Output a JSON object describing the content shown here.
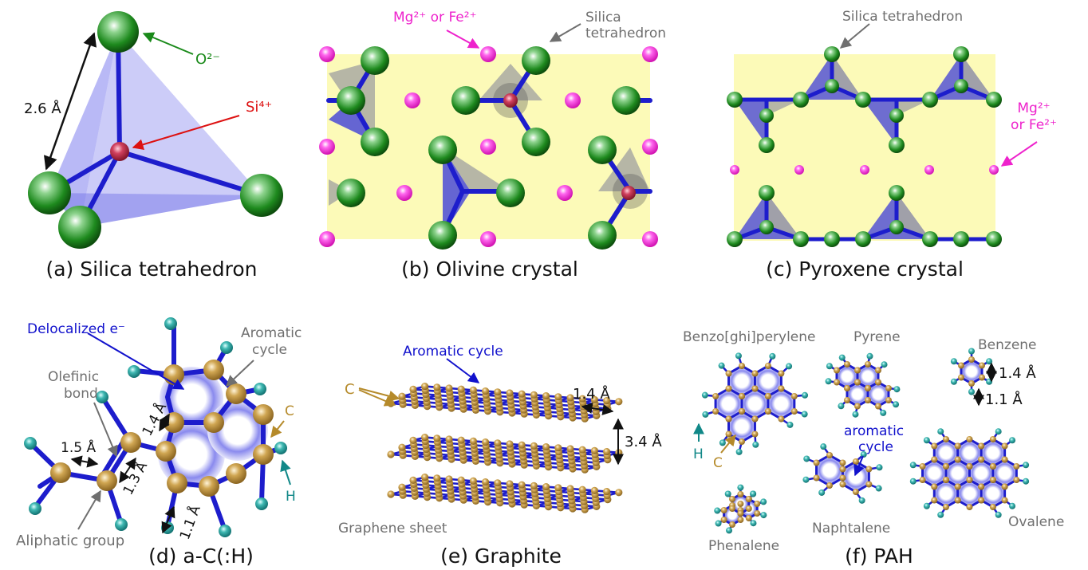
{
  "panels": {
    "a": {
      "caption": "(a) Silica tetrahedron",
      "labels": {
        "oxygen": "O²⁻",
        "silicon": "Si⁴⁺",
        "distance": "2.6 Å"
      }
    },
    "b": {
      "caption": "(b) Olivine crystal",
      "labels": {
        "cation": "Mg²⁺ or Fe²⁺",
        "tetra_line1": "Silica",
        "tetra_line2": "tetrahedron"
      }
    },
    "c": {
      "caption": "(c) Pyroxene crystal",
      "labels": {
        "tetra": "Silica tetrahedron",
        "cation_line1": "Mg²⁺",
        "cation_line2": "or Fe²⁺"
      }
    },
    "d": {
      "caption": "(d) a-C(:H)",
      "labels": {
        "deloc": "Delocalized e⁻",
        "aromatic_line1": "Aromatic",
        "aromatic_line2": "cycle",
        "olefinic_line1": "Olefinic",
        "olefinic_line2": "bond",
        "carbon": "C",
        "hydrogen": "H",
        "d15": "1.5 Å",
        "d14": "1.4 Å",
        "d13": "1.3 Å",
        "d11": "1.1 Å",
        "aliphatic": "Aliphatic group"
      }
    },
    "e": {
      "caption": "(e) Graphite",
      "labels": {
        "aromatic": "Aromatic cycle",
        "carbon": "C",
        "d14": "1.4 Å",
        "d34": "3.4 Å",
        "sheet": "Graphene sheet"
      }
    },
    "f": {
      "caption": "(f) PAH",
      "labels": {
        "benzoperylene": "Benzo[ghi]perylene",
        "pyrene": "Pyrene",
        "benzene": "Benzene",
        "d14": "1.4 Å",
        "d11": "1.1 Å",
        "hydrogen": "H",
        "carbon": "C",
        "aromatic_line1": "aromatic",
        "aromatic_line2": "cycle",
        "naphtalene": "Naphtalene",
        "phenalene": "Phenalene",
        "ovalene": "Ovalene"
      }
    }
  },
  "colors": {
    "oxygen": "#1e8a1e",
    "silicon": "#c0304a",
    "cation": "#ff33dd",
    "bond": "#1d1dcc",
    "carbon": "#c89d45",
    "hydrogen": "#2fa5a0",
    "ring": "#7a7ae8",
    "crystal_bg": "#fcfab8",
    "tetra_face": "#8080ee",
    "label_green": "#1a8a1a",
    "label_red": "#dd1111",
    "label_magenta": "#ee22cc",
    "label_blue": "#1111cc",
    "label_gold": "#b58a2a",
    "label_teal": "#118888"
  }
}
